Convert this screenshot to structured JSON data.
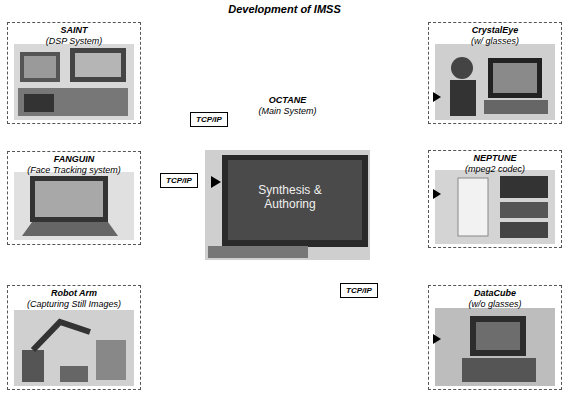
{
  "diagram": {
    "title": "Development of IMSS",
    "nodes": [
      {
        "text": [
          "SAINT",
          "(DSP System)"
        ]
      },
      {
        "text": [
          "CrystalEye",
          "(w/ glasses)"
        ]
      },
      {
        "text": [
          "TCP/IP"
        ]
      },
      {
        "text": [
          "OCTANE",
          "(Main System)",
          "Synthesis & Authoring"
        ]
      },
      {
        "text": [
          "FANGUIN",
          "(Face Tracking system)"
        ]
      },
      {
        "text": [
          "TCP/IP"
        ]
      },
      {
        "text": [
          "NEPTUNE",
          "(mpeg2 codec)"
        ]
      },
      {
        "text": [
          "TCP/IP"
        ]
      },
      {
        "text": [
          "Robot Arm",
          "(Capturing Still Images)"
        ]
      },
      {
        "text": [
          "DataCube",
          "(w/o glasses)"
        ]
      }
    ]
  }
}
